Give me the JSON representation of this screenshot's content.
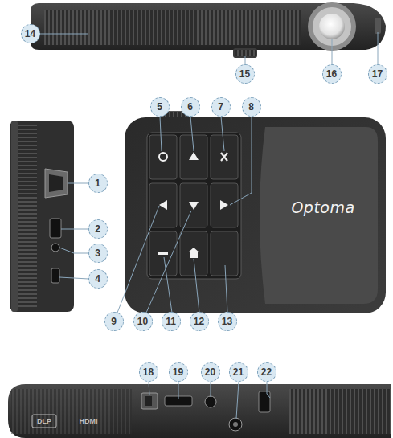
{
  "diagram": {
    "labels": [
      "1",
      "2",
      "3",
      "4",
      "5",
      "6",
      "7",
      "8",
      "9",
      "10",
      "11",
      "12",
      "13",
      "14",
      "15",
      "16",
      "17",
      "18",
      "19",
      "20",
      "21",
      "22",
      "Optoma",
      "DLP",
      "HDMI"
    ]
  }
}
